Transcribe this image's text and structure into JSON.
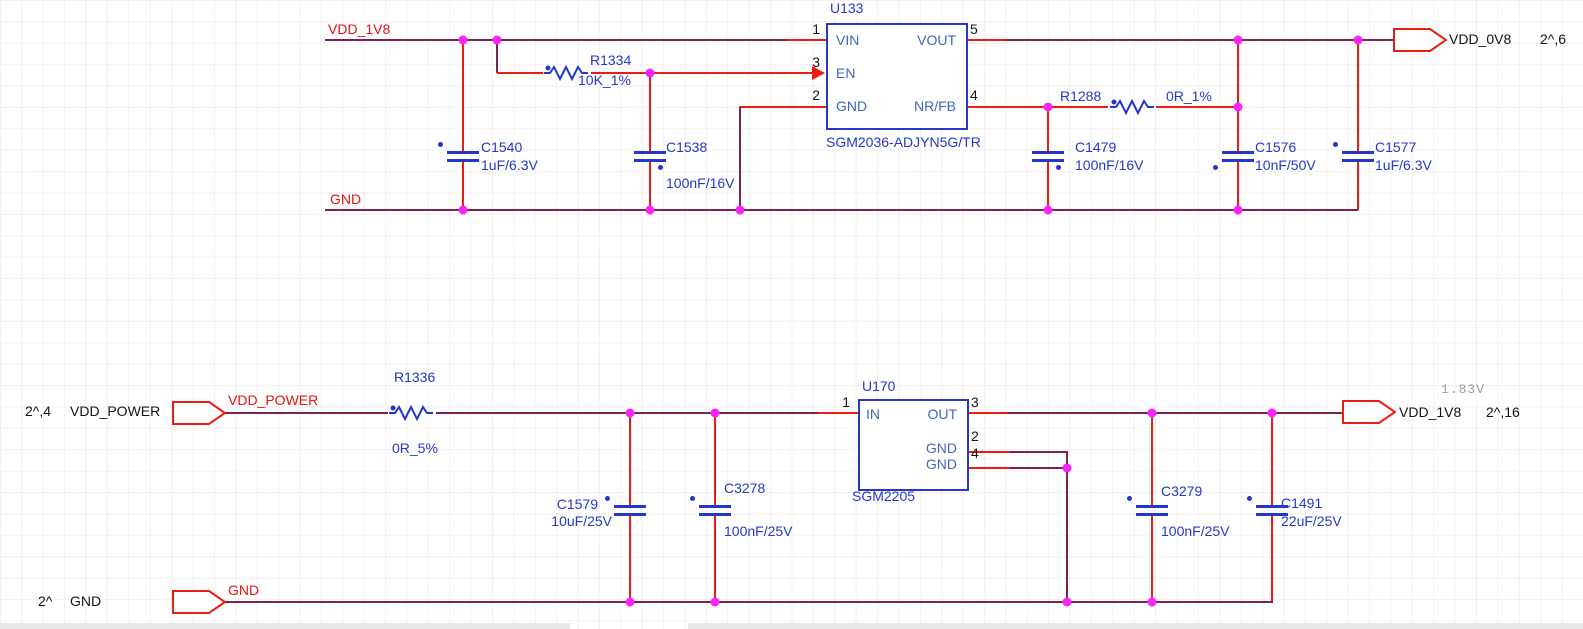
{
  "colors": {
    "wire": "#7d2150",
    "pin_wire": "#ee1c0f",
    "junction": "#f726f7",
    "symbol_blue": "#2338cb",
    "net_label_red": "#e41410",
    "text_black": "#141414",
    "voltage_annotation_gray": "#9a9a9a"
  },
  "top": {
    "net_vdd": "VDD_1V8",
    "net_gnd": "GND",
    "c1540": {
      "ref": "C1540",
      "value": "1uF/6.3V"
    },
    "r1334": {
      "ref": "R1334",
      "value": "10K_1%"
    },
    "c1538": {
      "ref": "C1538",
      "value": "100nF/16V"
    },
    "u133": {
      "ref": "U133",
      "part": "SGM2036-ADJYN5G/TR",
      "pin1": "1",
      "pin1_name": "VIN",
      "pin3": "3",
      "pin3_name": "EN",
      "pin2": "2",
      "pin2_name": "GND",
      "pin5": "5",
      "pin5_name": "VOUT",
      "pin4": "4",
      "pin4_name": "NR/FB"
    },
    "r1288": {
      "ref": "R1288",
      "value": "0R_1%"
    },
    "c1479": {
      "ref": "C1479",
      "value": "100nF/16V"
    },
    "c1576": {
      "ref": "C1576",
      "value": "10nF/50V"
    },
    "c1577": {
      "ref": "C1577",
      "value": "1uF/6.3V"
    },
    "port_out": {
      "label": "VDD_0V8",
      "sheet": "2^,6"
    }
  },
  "bottom": {
    "port_in": {
      "sheet": "2^,4",
      "label": "VDD_POWER"
    },
    "net_vdd": "VDD_POWER",
    "net_gnd": "GND",
    "port_gnd": {
      "sheet": "2^",
      "label": "GND"
    },
    "r1336": {
      "ref": "R1336",
      "value": "0R_5%"
    },
    "c1579": {
      "ref": "C1579",
      "value": "10uF/25V"
    },
    "c3278": {
      "ref": "C3278",
      "value": "100nF/25V"
    },
    "u170": {
      "ref": "U170",
      "part": "SGM2205",
      "pin1": "1",
      "pin1_name": "IN",
      "pin3": "3",
      "pin3_name": "OUT",
      "pin2": "2",
      "pin2_name": "GND",
      "pin4": "4",
      "pin4_name": "GND"
    },
    "c3279": {
      "ref": "C3279",
      "value": "100nF/25V"
    },
    "c1491": {
      "ref": "C1491",
      "value": "22uF/25V"
    },
    "port_out": {
      "label": "VDD_1V8",
      "sheet": "2^,16",
      "voltage": "1.83V"
    }
  }
}
